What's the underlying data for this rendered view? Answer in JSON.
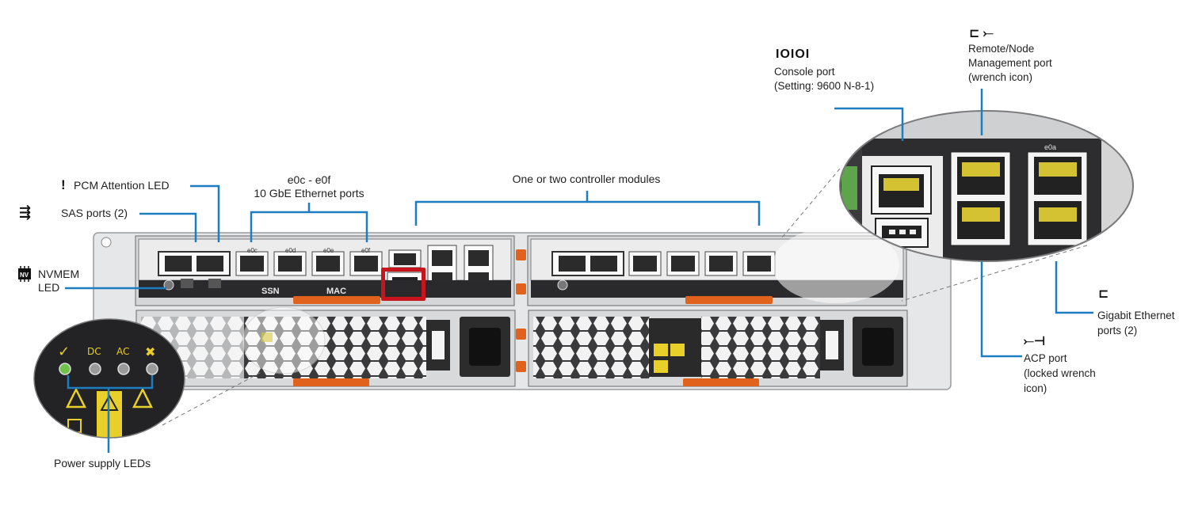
{
  "labels": {
    "pcm_attention": "PCM Attention LED",
    "sas_ports": "SAS ports (2)",
    "nvmem": "NVMEM\nLED",
    "ethernet_10g": "e0c - e0f\n10 GbE Ethernet ports",
    "controller_modules": "One or two controller modules",
    "console_port": "Console port\n(Setting: 9600 N-8-1)",
    "remote_mgmt": "Remote/Node\nManagement port\n(wrench icon)",
    "gigabit_eth": "Gigabit Ethernet\nports (2)",
    "acp_port": "ACP port\n(locked wrench\nicon)",
    "power_supply_leds": "Power supply LEDs"
  },
  "panel_marks": {
    "ssn": "SSN",
    "mac": "MAC",
    "port_e0c": "e0c",
    "port_e0d": "e0d",
    "port_e0e": "e0e",
    "port_e0f": "e0f",
    "zoom_e0a": "e0a"
  },
  "icons": {
    "attention": "exclamation-icon",
    "sas": "sas-icon",
    "nvmem": "nvmem-chip-icon",
    "console": "ioioi-console-icon",
    "remote": "network-wrench-icon",
    "acp": "locked-wrench-icon",
    "gigabit": "network-icon"
  },
  "colors": {
    "callout_line": "#1c7dc0",
    "highlight": "#c8141d",
    "chassis": "#e6e7e9",
    "panel_dark": "#2a2a2c",
    "orange_tab": "#e0621d",
    "led_yellow": "#e8cf2a"
  }
}
